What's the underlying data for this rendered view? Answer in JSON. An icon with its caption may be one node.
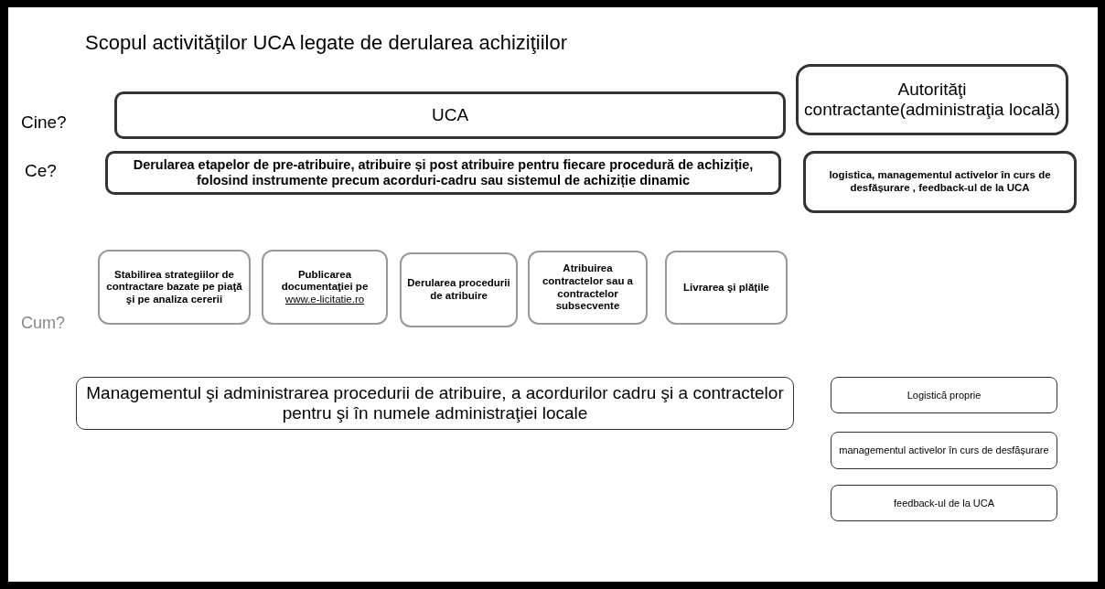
{
  "diagram": {
    "title": "Scopul activităţilor UCA legate de derularea achiziţiilor",
    "nodes": [
      {
        "text": [
          "UCA"
        ]
      },
      {
        "text": [
          "Derularea etapelor de pre-atribuire, atribuire și post atribuire pentru fiecare procedură de achiziție, folosind instrumente precum acorduri-cadru sau sistemul de achiziție dinamic"
        ]
      },
      {
        "text": [
          "Autorităţi contractante(administraţia locală)"
        ]
      },
      {
        "text": [
          "logistica, managementul activelor în curs de desfășurare , feedback-ul de la UCA"
        ]
      },
      {
        "text": [
          "Stabilirea strategiilor de contractare bazate pe piaţă şi pe analiza cererii"
        ]
      },
      {
        "text": [
          "Publicarea documentaţiei pe",
          "www.e-licitatie.ro"
        ]
      },
      {
        "text": [
          "Derularea procedurii de atribuire"
        ]
      },
      {
        "text": [
          "Atribuirea contractelor sau a contractelor subsecvente"
        ]
      },
      {
        "text": [
          "Livrarea şi plăţile"
        ]
      },
      {
        "text": [
          "Managementul şi administrarea procedurii de atribuire, a acordurilor cadru şi a contractelor pentru şi în numele administraţiei locale"
        ]
      },
      {
        "text": [
          "Logistică proprie"
        ]
      },
      {
        "text": [
          "managementul activelor în curs de desfășurare"
        ]
      },
      {
        "text": [
          "feedback-ul de la UCA"
        ]
      }
    ],
    "labels": [
      "Cine?",
      "Ce?",
      "Cum?"
    ]
  }
}
